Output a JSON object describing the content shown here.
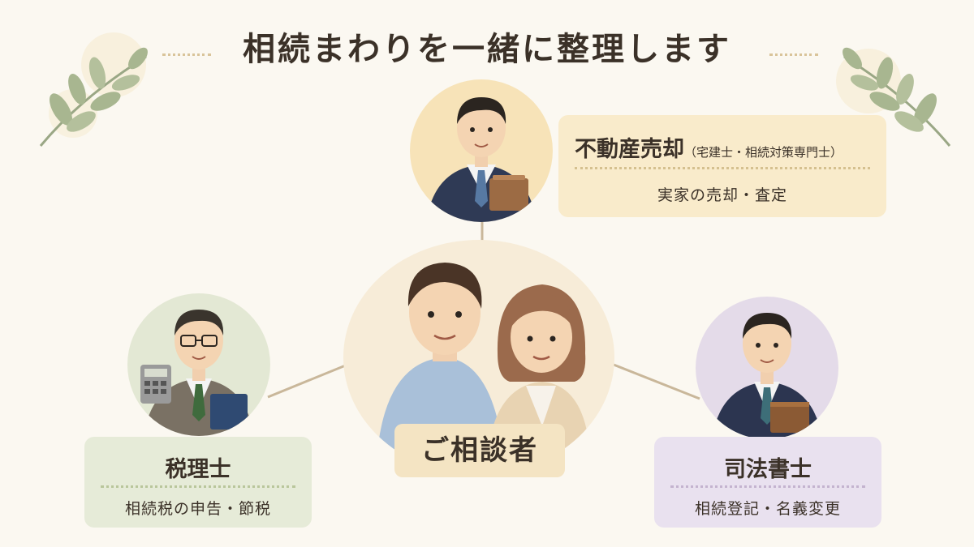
{
  "title": "相続まわりを一緒に整理します",
  "center": {
    "label": "ご相談者"
  },
  "top_card": {
    "title": "不動産売却",
    "note": "（宅建士・相続対策専門士）",
    "subtitle": "実家の売却・査定"
  },
  "left_card": {
    "title": "税理士",
    "subtitle": "相続税の申告・節税"
  },
  "right_card": {
    "title": "司法書士",
    "subtitle": "相続登記・名義変更"
  },
  "colors": {
    "background": "#fbf8f1",
    "real_estate": "#f9ebcb",
    "tax": "#e6ebd8",
    "legal": "#e9e1ef",
    "center": "#f4e4c3",
    "connector": "#c9b79a",
    "leaf": "#a8b690"
  },
  "icons": [
    "leaf-branch-icon",
    "calculator-icon",
    "book-icon",
    "folder-icon"
  ]
}
